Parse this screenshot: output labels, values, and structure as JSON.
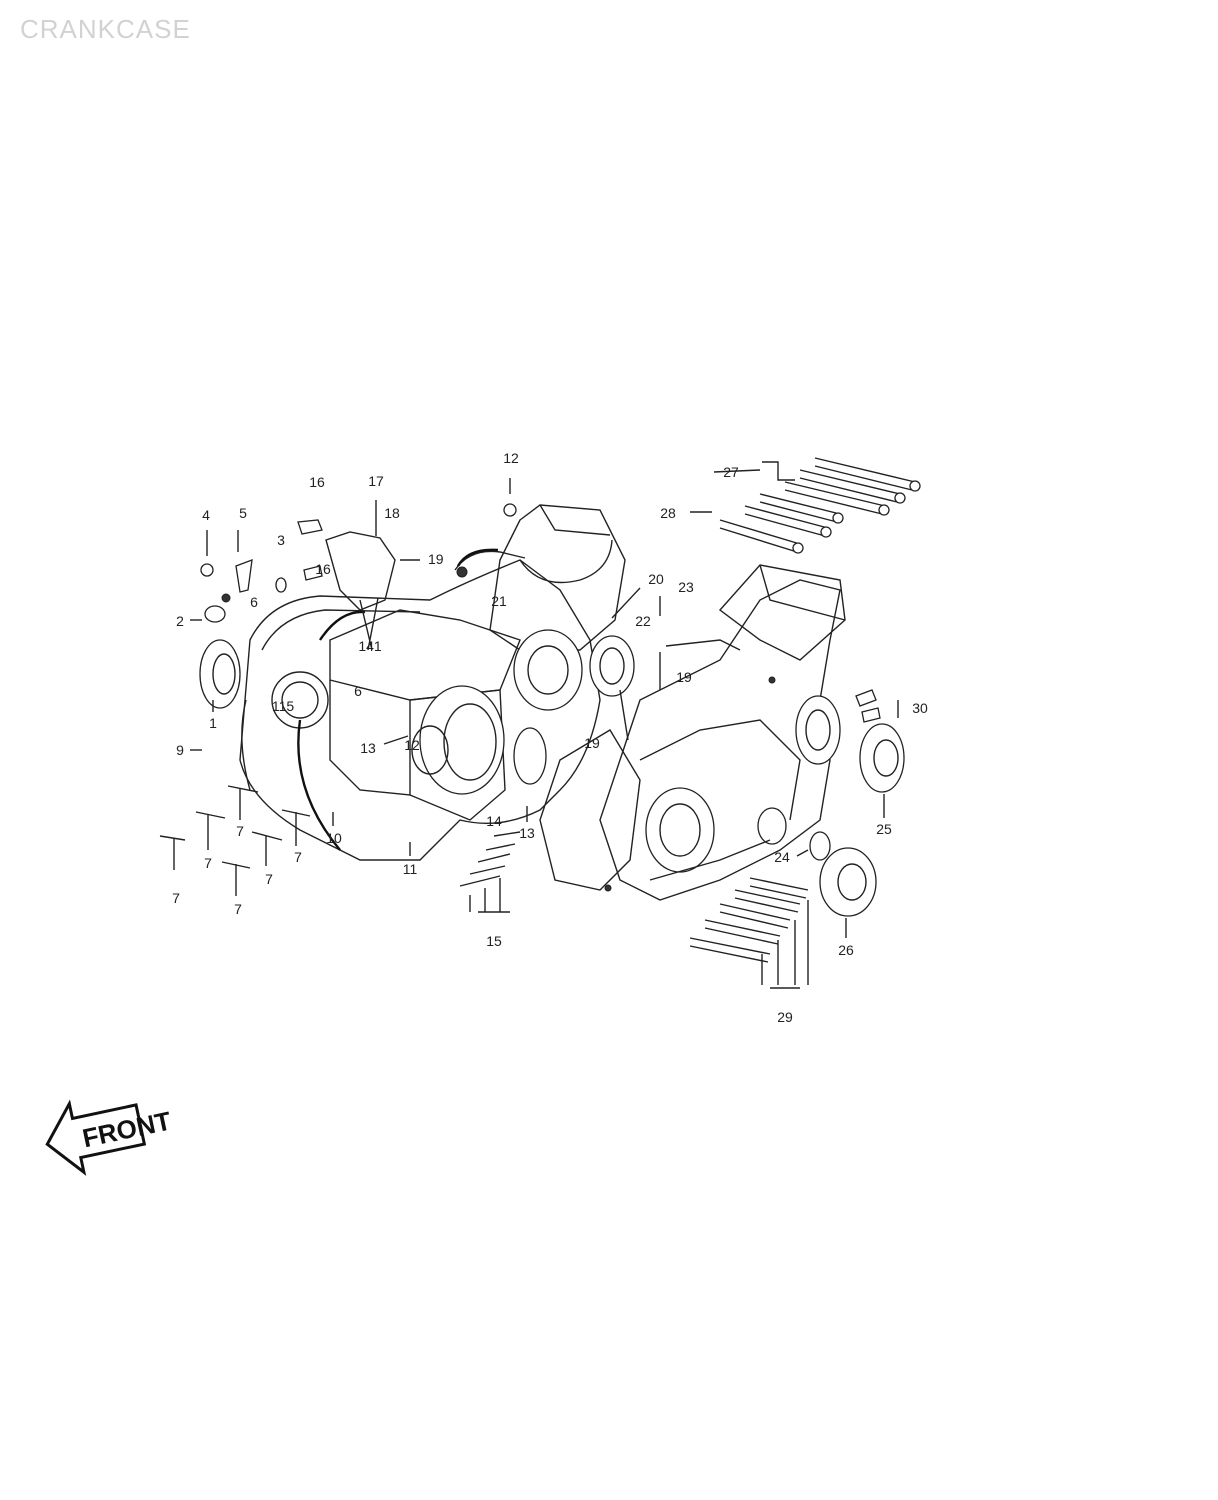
{
  "page_title": "CRANKCASE",
  "front_label": "FRONT",
  "callouts": [
    {
      "id": "c1a",
      "text": "1"
    },
    {
      "id": "c2",
      "text": "2"
    },
    {
      "id": "c3",
      "text": "3"
    },
    {
      "id": "c4",
      "text": "4"
    },
    {
      "id": "c5",
      "text": "5"
    },
    {
      "id": "c6a",
      "text": "6"
    },
    {
      "id": "c6b",
      "text": "6"
    },
    {
      "id": "c7a",
      "text": "7"
    },
    {
      "id": "c7b",
      "text": "7"
    },
    {
      "id": "c7c",
      "text": "7"
    },
    {
      "id": "c7d",
      "text": "7"
    },
    {
      "id": "c7e",
      "text": "7"
    },
    {
      "id": "c7f",
      "text": "7"
    },
    {
      "id": "c9",
      "text": "9"
    },
    {
      "id": "c10",
      "text": "10"
    },
    {
      "id": "c11",
      "text": "11"
    },
    {
      "id": "c12a",
      "text": "12"
    },
    {
      "id": "c12b",
      "text": "12"
    },
    {
      "id": "c13a",
      "text": "13"
    },
    {
      "id": "c13b",
      "text": "13"
    },
    {
      "id": "c14",
      "text": "14"
    },
    {
      "id": "c15",
      "text": "15"
    },
    {
      "id": "c16a",
      "text": "16"
    },
    {
      "id": "c16b",
      "text": "16"
    },
    {
      "id": "c17",
      "text": "17"
    },
    {
      "id": "c18",
      "text": "18"
    },
    {
      "id": "c19a",
      "text": "19"
    },
    {
      "id": "c19b",
      "text": "19"
    },
    {
      "id": "c19c",
      "text": "19"
    },
    {
      "id": "c20",
      "text": "20"
    },
    {
      "id": "c21",
      "text": "21"
    },
    {
      "id": "c22",
      "text": "22"
    },
    {
      "id": "c23",
      "text": "23"
    },
    {
      "id": "c24",
      "text": "24"
    },
    {
      "id": "c25",
      "text": "25"
    },
    {
      "id": "c26",
      "text": "26"
    },
    {
      "id": "c27",
      "text": "27"
    },
    {
      "id": "c28",
      "text": "28"
    },
    {
      "id": "c29",
      "text": "29"
    },
    {
      "id": "c30",
      "text": "30"
    },
    {
      "id": "c141",
      "text": "141"
    },
    {
      "id": "c115",
      "text": "115"
    }
  ]
}
